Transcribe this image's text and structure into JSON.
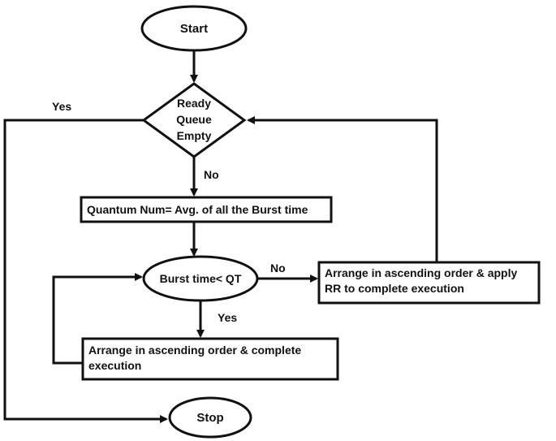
{
  "nodes": {
    "start": "Start",
    "decision1_line1": "Ready",
    "decision1_line2": "Queue",
    "decision1_line3": "Empty",
    "quantum": "Quantum Num= Avg. of all the Burst time",
    "decision2": "Burst time< QT",
    "rr_line1": "Arrange in ascending order & apply",
    "rr_line2": "RR to complete  execution",
    "complete_line1": "Arrange in ascending order & complete",
    "complete_line2": "execution",
    "stop": "Stop"
  },
  "edge_labels": {
    "yes_top": "Yes",
    "no_down": "No",
    "no_right": "No",
    "yes_down": "Yes"
  }
}
